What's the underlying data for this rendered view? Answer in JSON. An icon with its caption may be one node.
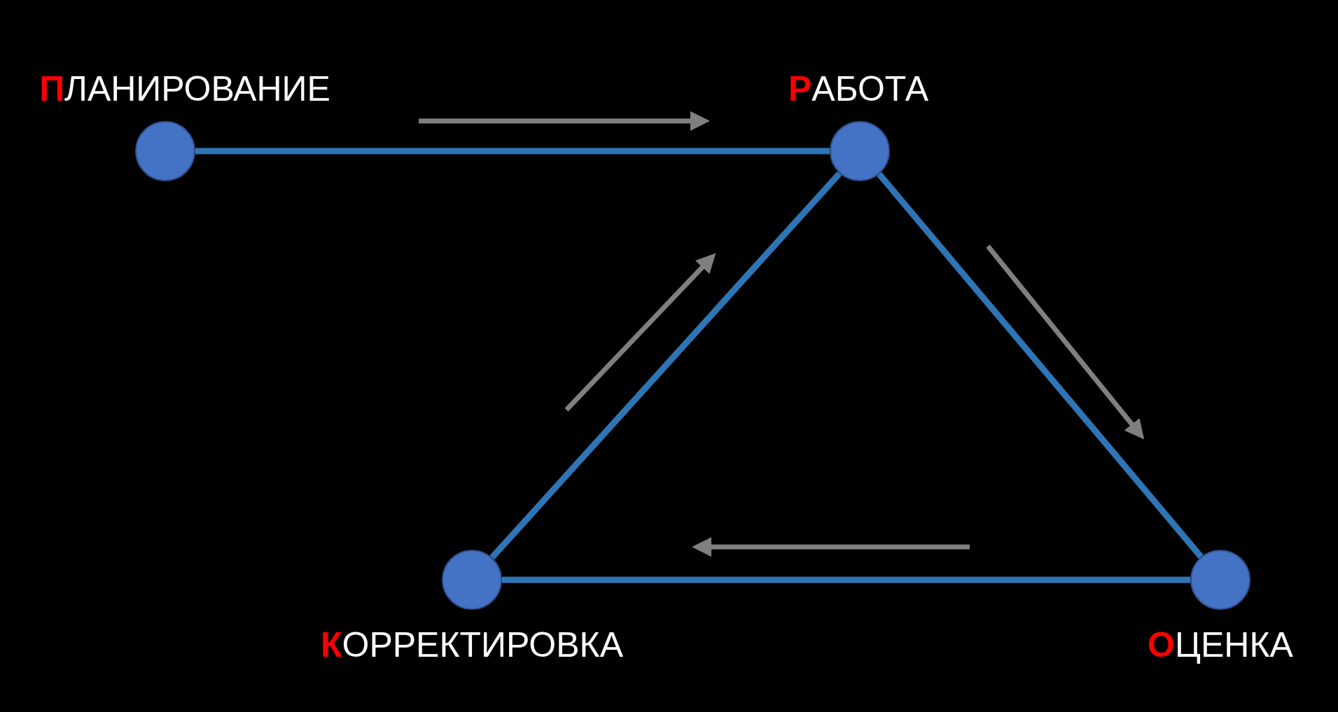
{
  "diagram": {
    "nodes": [
      {
        "text": [
          "ПЛАНИРОВАНИЕ"
        ]
      },
      {
        "text": [
          "РАБОТА"
        ]
      },
      {
        "text": [
          "ОЦЕНКА"
        ]
      },
      {
        "text": [
          "КОРРЕКТИРОВКА"
        ]
      }
    ],
    "edges": [
      {
        "from": 0,
        "to": 1,
        "arrow": "none"
      },
      {
        "from": 1,
        "to": 2,
        "arrow": "none"
      },
      {
        "from": 2,
        "to": 3,
        "arrow": "none"
      },
      {
        "from": 3,
        "to": 1,
        "arrow": "none"
      }
    ]
  }
}
